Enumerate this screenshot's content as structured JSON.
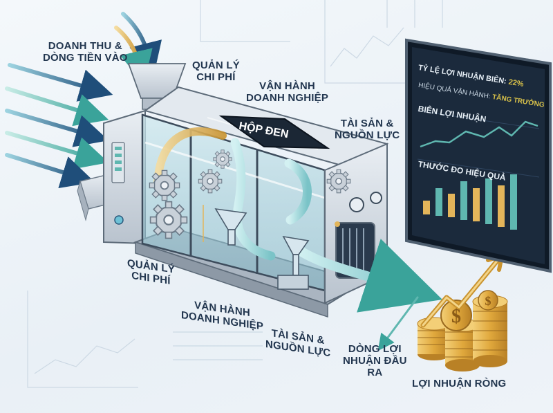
{
  "inputs": {
    "label_line1": "DOANH THU &",
    "label_line2": "DÒNG TIỀN VÀO"
  },
  "machine": {
    "top_labels": {
      "cost_mgmt": [
        "QUẢN LÝ",
        "CHI PHÍ"
      ],
      "operations": [
        "VẬN HÀNH",
        "DOANH NGHIỆP"
      ],
      "assets": [
        "TÀI SẢN &",
        "NGUỒN LỰC"
      ]
    },
    "black_box_label": "HỘP ĐEN"
  },
  "bottom_labels": {
    "cost_mgmt": [
      "QUẢN LÝ",
      "CHI PHÍ"
    ],
    "operations": [
      "VẬN HÀNH",
      "DOANH NGHIỆP"
    ],
    "assets": [
      "TÀI SẢN &",
      "NGUỒN LỰC"
    ]
  },
  "output": {
    "flow_label": [
      "DÒNG LỢI",
      "NHUẬN ĐẦU",
      "RA"
    ],
    "net_profit_label": "LỢI NHUẬN RÒNG"
  },
  "dashboard": {
    "margin_ratio_label": "TỶ LỆ LỢI NHUẬN BIÊN:",
    "margin_ratio_value": "22%",
    "efficiency_label": "HIỆU QUẢ VẬN HÀNH:",
    "efficiency_value": "TĂNG TRƯỞNG",
    "line_chart_title": "BIÊN LỢI NHUẬN",
    "bar_chart_title": "THƯỚC ĐO HIỆU QUẢ"
  },
  "colors": {
    "navy": "#22364f",
    "teal": "#5fb7b0",
    "gold": "#e3b55a",
    "screen": "#1b2a3c",
    "highlight": "#d9c24a"
  },
  "icons": [
    "gear-icon",
    "funnel-icon",
    "dollar-coin-icon",
    "arrow-up-icon"
  ]
}
